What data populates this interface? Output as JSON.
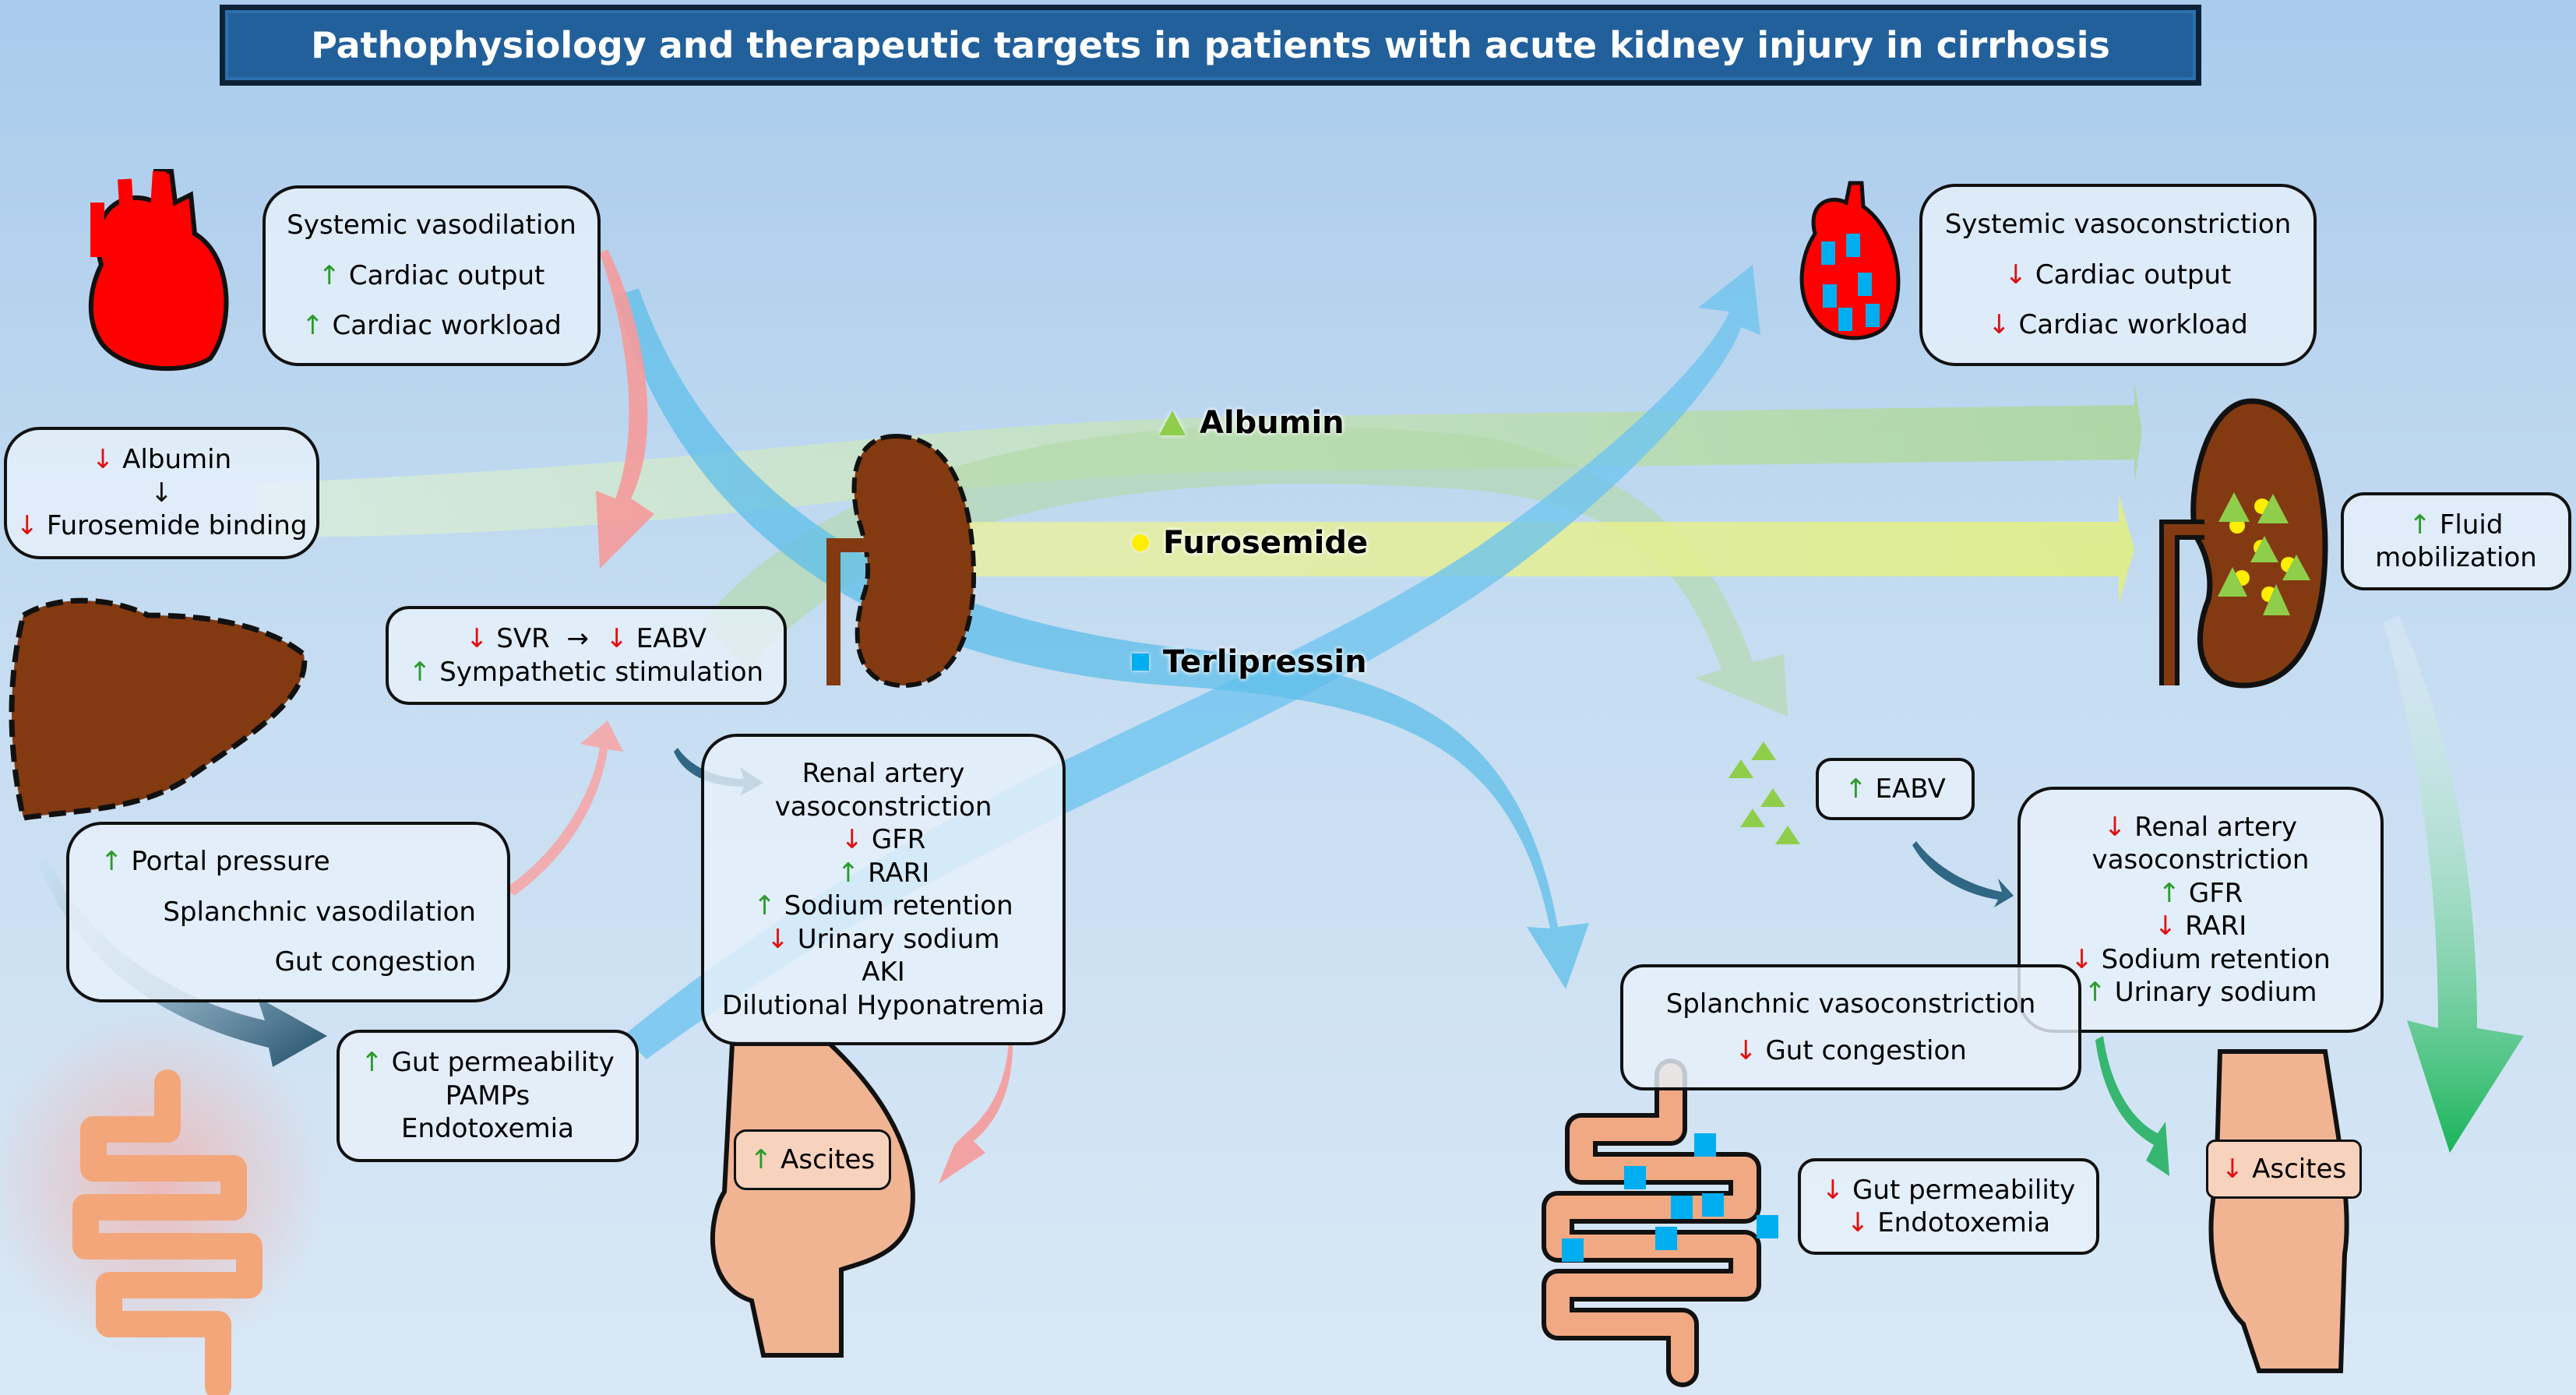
{
  "title": "Pathophysiology and therapeutic targets in patients with acute kidney injury in cirrhosis",
  "colors": {
    "title_bg": "#22609b",
    "up_arrow": "#2a9b2a",
    "down_arrow": "#e01010",
    "albumin": "#8fce4a",
    "furosemide": "#ffee00",
    "terlipressin": "#00aeef",
    "organ_brown": "#833a10",
    "heart_red": "#ff0000",
    "skin": "#f0b493"
  },
  "drugs": [
    {
      "name": "Albumin",
      "marker": "triangle"
    },
    {
      "name": "Furosemide",
      "marker": "circle"
    },
    {
      "name": "Terlipressin",
      "marker": "square"
    }
  ],
  "left": {
    "heart_box": {
      "line1": "Systemic vasodilation",
      "line2_arrow": "↑",
      "line2": "Cardiac output",
      "line3_arrow": "↑",
      "line3": "Cardiac workload"
    },
    "albumin_box": {
      "line1_arrow": "↓",
      "line1": "Albumin",
      "connector": "↓",
      "line2_arrow": "↓",
      "line2": "Furosemide binding"
    },
    "svr_box": {
      "a1": "↓",
      "t1": "SVR",
      "mid": "→",
      "a2": "↓",
      "t2": "EABV",
      "a3": "↑",
      "t3": "Sympathetic stimulation"
    },
    "portal_box": {
      "a1": "↑",
      "t1": "Portal pressure",
      "t2": "Splanchnic vasodilation",
      "t3": "Gut congestion"
    },
    "gut_box": {
      "a1": "↑",
      "t1": "Gut permeability",
      "t2": "PAMPs",
      "t3": "Endotoxemia"
    },
    "renal_box": {
      "l1": "Renal artery",
      "l2": "vasoconstriction",
      "a3": "↓",
      "l3": "GFR",
      "a4": "↑",
      "l4": "RARI",
      "a5": "↑",
      "l5": "Sodium retention",
      "a6": "↓",
      "l6": "Urinary sodium",
      "l7": "AKI",
      "l8": "Dilutional Hyponatremia"
    },
    "ascites": {
      "arrow": "↑",
      "label": "Ascites"
    }
  },
  "right": {
    "heart_box": {
      "line1": "Systemic vasoconstriction",
      "line2_arrow": "↓",
      "line2": "Cardiac output",
      "line3_arrow": "↓",
      "line3": "Cardiac workload"
    },
    "fluid_box": {
      "arrow": "↑",
      "l1": "Fluid",
      "l2": "mobilization"
    },
    "eabv_box": {
      "arrow": "↑",
      "label": "EABV"
    },
    "renal_box": {
      "a1": "↓",
      "l1": "Renal artery",
      "l2": "vasoconstriction",
      "a3": "↑",
      "l3": "GFR",
      "a4": "↓",
      "l4": "RARI",
      "a5": "↓",
      "l5": "Sodium retention",
      "a6": "↑",
      "l6": "Urinary sodium"
    },
    "splanchnic_box": {
      "t1": "Splanchnic vasoconstriction",
      "a2": "↓",
      "t2": "Gut congestion"
    },
    "gut_box": {
      "a1": "↓",
      "t1": "Gut permeability",
      "a2": "↓",
      "t2": "Endotoxemia"
    },
    "ascites": {
      "arrow": "↓",
      "label": "Ascites"
    }
  }
}
